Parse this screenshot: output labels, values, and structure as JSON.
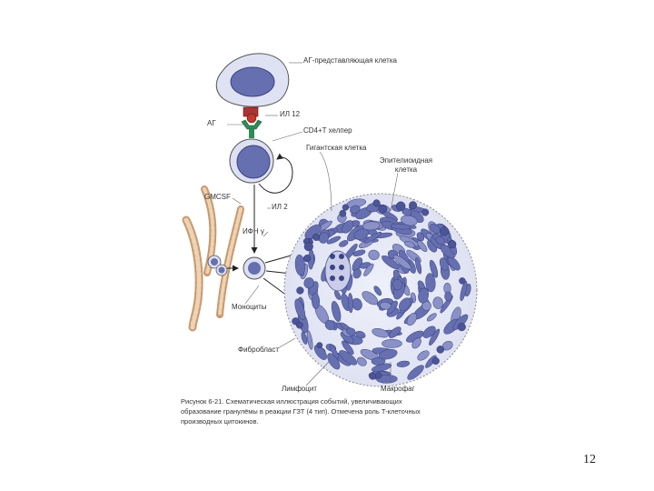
{
  "labels": {
    "apc": "АГ-представляющая клетка",
    "ag": "АГ",
    "il12": "ИЛ 12",
    "cd4": "CD4+T хелпер",
    "giant_cell": "Гигантская клетка",
    "epithelioid": "Эпителиоидная клетка",
    "gmcsf": "GMCSF",
    "il2": "ИЛ 2",
    "ifn": "ИФН γ",
    "monocytes": "Моноциты",
    "fibroblast": "Фибробласт",
    "lymphocyte": "Лимфоцит",
    "macrophage": "Макрофаг"
  },
  "caption": {
    "line1": "Рисунок 6-21. Схематическая иллюстрация событий, увеличивающих",
    "line2": "образование гранулёмы в реакции ГЗТ (4 тип). Отмечена роль T-клеточных",
    "line3": "производных цитокинов."
  },
  "page_number": "12",
  "colors": {
    "cell_fill": "#6670b0",
    "cell_light": "#dde0f2",
    "vessel": "#d9b896",
    "receptor_green": "#2e8b57",
    "antigen_red": "#c0392b"
  }
}
